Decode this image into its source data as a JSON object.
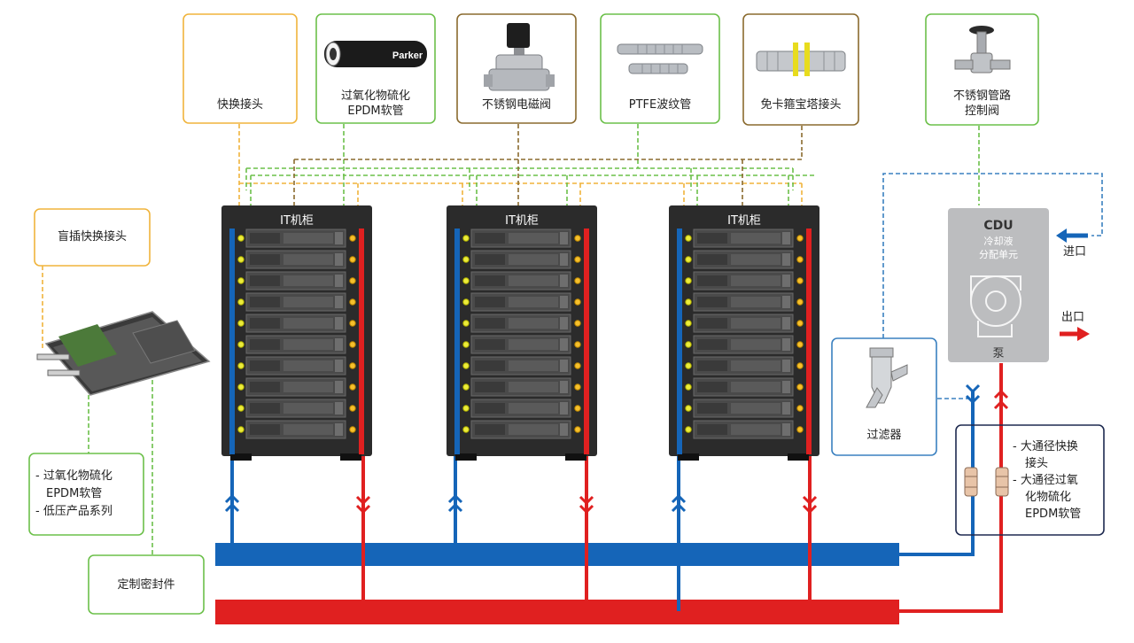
{
  "components": {
    "quick_coupling": "快换接头",
    "hose_line1": "过氧化物硫化",
    "hose_line2": "EPDM软管",
    "brand_logo": "Parker",
    "solenoid_valve": "不锈钢电磁阀",
    "ptfe_hose": "PTFE波纹管",
    "barb_fitting": "免卡箍宝塔接头",
    "control_valve_line1": "不锈钢管路",
    "control_valve_line2": "控制阀",
    "blind_coupling": "盲插快换接头",
    "filter": "过滤器",
    "custom_seal": "定制密封件"
  },
  "left_note": {
    "items": [
      "- 过氧化物硫化",
      "EPDM软管",
      "- 低压产品系列"
    ]
  },
  "racks": [
    {
      "title": "IT机柜"
    },
    {
      "title": "IT机柜"
    },
    {
      "title": "IT机柜"
    }
  ],
  "cdu": {
    "title": "CDU",
    "sub1": "冷却液",
    "sub2": "分配单元",
    "pump": "泵",
    "inlet": "进口",
    "outlet": "出口"
  },
  "right_note": {
    "items": [
      "- 大通径快换",
      "接头",
      "- 大通径过氧",
      "化物硫化",
      "EPDM软管"
    ]
  },
  "colors": {
    "blue": "#1565b8",
    "red": "#e02020",
    "orange_border": "#f0b43c",
    "green_border": "#6cc04a",
    "brown_border": "#8a6a2e",
    "blue_border": "#3a80c0",
    "navy_border": "#1e2a50",
    "rack": "#2b2b2b"
  }
}
